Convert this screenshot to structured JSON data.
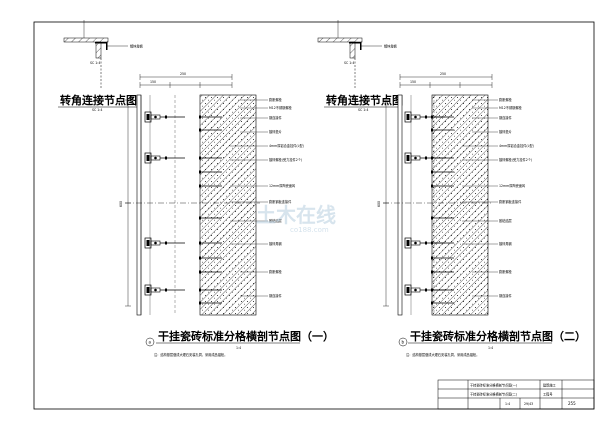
{
  "left": {
    "top_note": "镀锌角钢",
    "corner_title": "转角连接节点图",
    "corner_scale": "SC 1:4",
    "dim_top": "250",
    "dim_top2": "150",
    "dim_side": "600",
    "callouts": [
      "膨胀螺栓",
      "M12不锈钢螺栓",
      "钢连接件",
      "镀锌垫片",
      "4mm厚铝合金挂件(L型)",
      "镀锌螺栓(受力挂件2个)",
      "12mm厚陶瓷面砖",
      "膨胀钢板连接件",
      "胶粘结层",
      "镀锌角钢",
      "膨胀螺栓",
      "钢连接件"
    ],
    "title": "干挂瓷砖标准分格横剖节点图（一）",
    "title_mark": "a",
    "note": "注：结构基层做成大理石安装孔洞，采用成品锚栓。",
    "note_scale": "1:4"
  },
  "right": {
    "top_note": "镀锌角钢",
    "corner_title": "转角连接节点图",
    "corner_scale": "SC 1:4",
    "dim_top": "250",
    "dim_top2": "150",
    "dim_side": "600",
    "callouts": [
      "膨胀螺栓",
      "M12不锈钢螺栓",
      "钢连接件",
      "镀锌垫片",
      "4mm厚铝合金挂件(L型)",
      "镀锌螺栓(受力挂件2个)",
      "12mm厚陶瓷面砖",
      "膨胀钢板连接件",
      "胶粘结层",
      "镀锌角钢",
      "膨胀螺栓",
      "钢连接件"
    ],
    "title": "干挂瓷砖标准分格横剖节点图（二）",
    "title_mark": "b",
    "note": "注：结构基层做成大理石安装孔洞，采用成品锚栓。",
    "note_scale": "1:4"
  },
  "watermark": {
    "main": "土木在线",
    "sub": "co188.com"
  },
  "title_block": {
    "row1": "干挂瓷砖标准分格横剖节点图(一)",
    "row2": "干挂瓷砖标准分格横剖节点图(二)",
    "tag1": "建筑施工",
    "tag2": "工程号",
    "scale": "1:4",
    "sheet_no": "29/43",
    "page": "255"
  }
}
